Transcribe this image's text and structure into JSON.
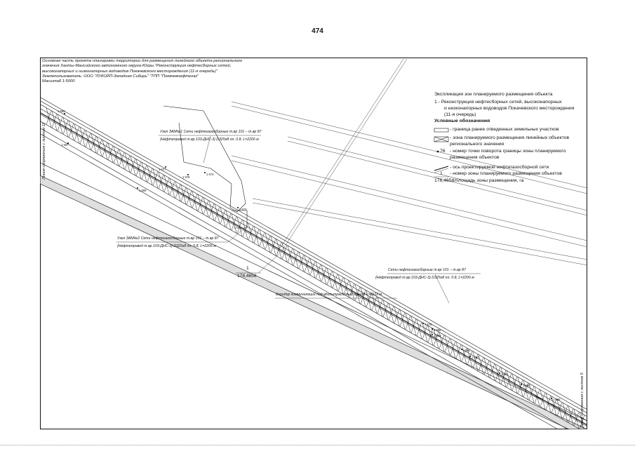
{
  "page_number": "474",
  "header": {
    "line1": "Основная часть проекта планировки территории для размещения линейного объекта регионального",
    "line2": "значения Ханты-Мансийского автономного округа-Югры \"Реконструкция нефтесборных сетей,",
    "line3": "высоконапорных и низконапорных водоводов Покачевского месторождения (11-я очередь)\"",
    "line4": "Землепользователь: ООО \"ЛУКОЙЛ-Западная Сибирь\" \"ТПП \"Покачевнефтегаз\"",
    "line5": "Масштаб 1:5000"
  },
  "legend": {
    "title": "Экспликация зон планируемого размещения объекта",
    "zone_lines": [
      "1 - Реконструкция нефтесборных сетей, высоконапорных",
      "и низконапорных водоводов Покачевского месторождения",
      "(11-я очередь)"
    ],
    "conventions_title": "Условные обозначения",
    "boundary": "- граница ранее отведенных земельных участков",
    "zone": [
      "- зона планируемого размещения линейных объектов",
      "регионального значения"
    ],
    "point_number": "76",
    "point": [
      "- номер точки поворота границы зоны планируемого",
      "размещения объектов"
    ],
    "axis": "- ось проектируемой нефтегазосборной сети",
    "zone_number": "1",
    "zone_number_desc": "- номер зоны планируемого размещения объектов",
    "zone_area": "178,4658",
    "zone_area_desc": "/площадь зоны размещения, га"
  },
  "annotations": {
    "node1": {
      "line1": "Узел ЗАМ№1 Сети нефтегазосборные т.вр 101 – т.вр 87",
      "line2": "(Нефтепровод т.вр.103-ДНС-3) D325х8 пл. 0.8, L=2206 м"
    },
    "node2": {
      "line1": "Узел ЗАМ№2 Сети нефтегазосборные т.вр 101 – т.вр 87",
      "line2": "(Нефтепровод т.вр.103-ДНС-3) D325х8 пл. 0.8, L=2206 м"
    },
    "network": {
      "line1": "Сети нефтегазосборные т.вр 101 – т.вр 87",
      "line2": "(Нефтепровод т.вр.103-ДНС-3) D325х8 пл. 0.8, L=2206 м"
    },
    "corridor": "Коридор коммуникаций под вдольтрассовый проезд L=2112 м"
  },
  "zone_label": {
    "number": "1",
    "area": "178,4658"
  },
  "edge_labels": {
    "left": "Линия сопряжения с листом 11",
    "right": "Линия сопряжения с листом 5"
  },
  "turn_points": [
    "1 680",
    "1 687",
    "1 689",
    "1 677",
    "1 676",
    "1 674",
    "1 672",
    "1 575",
    "1 666",
    "1 665",
    "1 663",
    "1 662",
    "1 661",
    "1 660",
    "1 659"
  ],
  "colors": {
    "ink": "#111111",
    "paper": "#ffffff"
  }
}
